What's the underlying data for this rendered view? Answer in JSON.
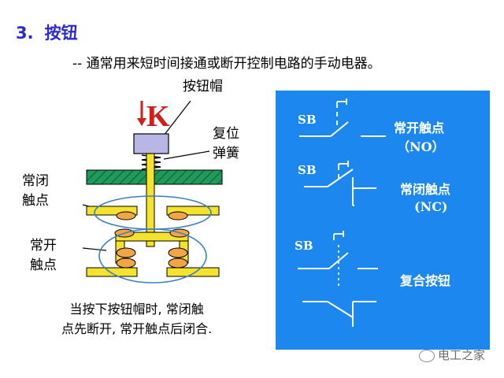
{
  "header": {
    "number": "3.",
    "title": "按钮",
    "subtitle": "-- 通常用来短时间接通或断开控制电路的手动电器。"
  },
  "diagram": {
    "cap_label": "按钮帽",
    "spring_label": [
      "复位",
      "弹簧"
    ],
    "nc_label": [
      "常闭",
      "触点"
    ],
    "no_label": [
      "常开",
      "触点"
    ],
    "letter": "K",
    "caption": [
      "当按下按钮帽时, 常闭触",
      "点先断开, 常开触点后闭合."
    ]
  },
  "symbols": {
    "sb": "SB",
    "no": [
      "常开触点",
      "（NO）"
    ],
    "nc": [
      "常闭触点",
      "(NC)"
    ],
    "compound": "复合按钮"
  },
  "watermark": "电工之家",
  "colors": {
    "title": "#2a2ad0",
    "panel": "#1c87ee",
    "green_plate": "#1f9a5a",
    "contact_yellow": "#f4e22e",
    "contact_orange": "#f2a546",
    "cap_lavender": "#b9b6e6",
    "arrow_red": "#d0201c",
    "ellipse_blue": "#3a7fc1"
  }
}
